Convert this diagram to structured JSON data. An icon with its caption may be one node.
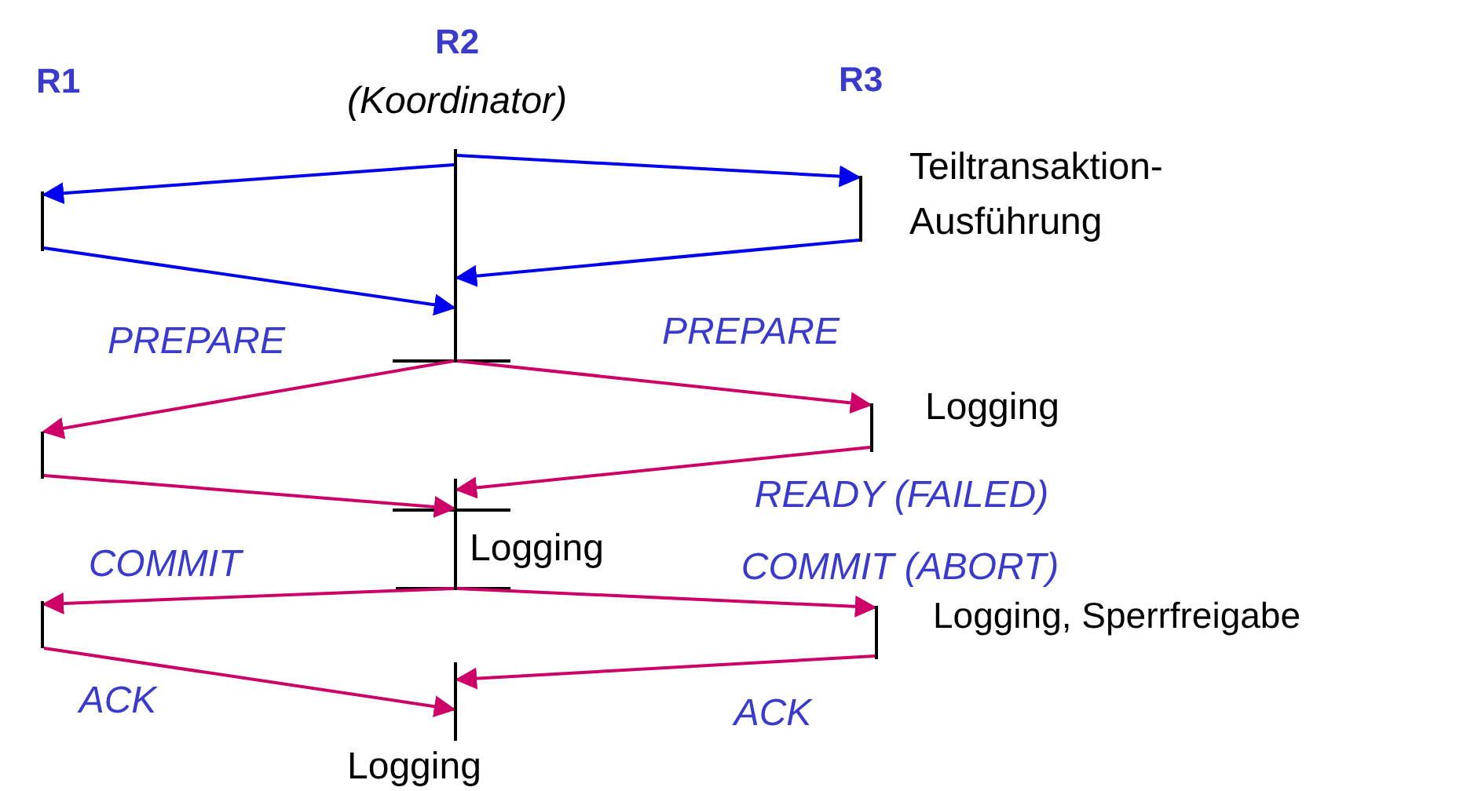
{
  "diagram": {
    "nodes": [
      {
        "text": [],
        "shape": "bar"
      },
      {
        "text": [],
        "shape": "bar"
      },
      {
        "text": [],
        "shape": "bar",
        "beside": [
          "Teiltransaktion- Ausführung"
        ]
      },
      {
        "text": [],
        "shape": "bar"
      },
      {
        "text": [],
        "shape": "bar",
        "beside": [
          "Logging"
        ]
      },
      {
        "text": [],
        "shape": "bar",
        "beside": [
          "Logging"
        ]
      },
      {
        "text": [],
        "shape": "bar"
      },
      {
        "text": [],
        "shape": "bar",
        "beside": [
          "Logging, Sperrfreigabe"
        ]
      },
      {
        "text": [],
        "shape": "bar",
        "beside": [
          "Logging"
        ]
      }
    ],
    "edges": [
      {
        "from": 0,
        "to": 1,
        "arrow": "to",
        "color": "#0000ee"
      },
      {
        "from": 0,
        "to": 2,
        "arrow": "to",
        "color": "#0000ee"
      },
      {
        "from": 1,
        "to": 0,
        "arrow": "to",
        "color": "#0000ee"
      },
      {
        "from": 2,
        "to": 0,
        "arrow": "to",
        "color": "#0000ee"
      },
      {
        "from": 0,
        "to": 3,
        "arrow": "to",
        "label": "PREPARE"
      },
      {
        "from": 0,
        "to": 4,
        "arrow": "to",
        "label": "PREPARE"
      },
      {
        "from": 3,
        "to": 5,
        "arrow": "to"
      },
      {
        "from": 4,
        "to": 5,
        "arrow": "to",
        "label": "READY (FAILED)"
      },
      {
        "from": 5,
        "to": 6,
        "arrow": "to",
        "label": "COMMIT"
      },
      {
        "from": 5,
        "to": 7,
        "arrow": "to",
        "label": "COMMIT (ABORT)"
      },
      {
        "from": 6,
        "to": 8,
        "arrow": "to",
        "label": "ACK"
      },
      {
        "from": 7,
        "to": 8,
        "arrow": "to",
        "label": "ACK"
      }
    ],
    "labels": [
      "R1",
      "R2",
      "(Koordinator)",
      "R3"
    ]
  }
}
